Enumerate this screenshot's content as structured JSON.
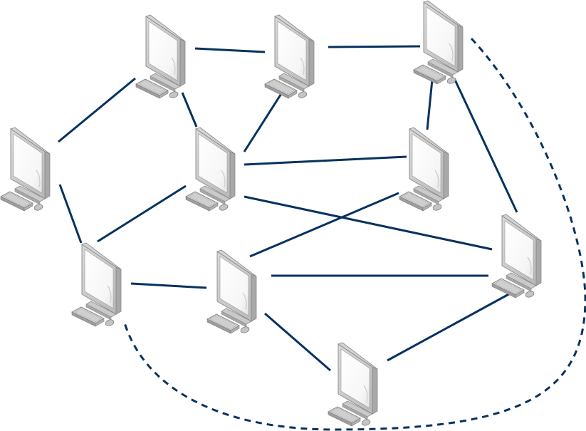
{
  "diagram": {
    "type": "network-topology",
    "title": "",
    "colors": {
      "link": "#06325f",
      "monitor_frame": "#c8c8c8",
      "monitor_side": "#a9a9a9",
      "screen": "#fafafa",
      "background": "#ffffff"
    },
    "nodes": [
      {
        "id": "pc1",
        "icon": "desktop-computer-icon",
        "label": ""
      },
      {
        "id": "pc2",
        "icon": "desktop-computer-icon",
        "label": ""
      },
      {
        "id": "pc3",
        "icon": "desktop-computer-icon",
        "label": ""
      },
      {
        "id": "pc4",
        "icon": "desktop-computer-icon",
        "label": ""
      },
      {
        "id": "pc5",
        "icon": "desktop-computer-icon",
        "label": ""
      },
      {
        "id": "pc6",
        "icon": "desktop-computer-icon",
        "label": ""
      },
      {
        "id": "pc7",
        "icon": "desktop-computer-icon",
        "label": ""
      },
      {
        "id": "pc8",
        "icon": "desktop-computer-icon",
        "label": ""
      },
      {
        "id": "pc9",
        "icon": "desktop-computer-icon",
        "label": ""
      },
      {
        "id": "pc10",
        "icon": "desktop-computer-icon",
        "label": ""
      }
    ],
    "links": [
      {
        "from": "pc1",
        "to": "pc2",
        "style": "solid"
      },
      {
        "from": "pc2",
        "to": "pc3",
        "style": "solid"
      },
      {
        "from": "pc1",
        "to": "pc4",
        "style": "solid"
      },
      {
        "from": "pc1",
        "to": "pc5",
        "style": "solid"
      },
      {
        "from": "pc2",
        "to": "pc5",
        "style": "solid"
      },
      {
        "from": "pc3",
        "to": "pc6",
        "style": "solid"
      },
      {
        "from": "pc3",
        "to": "pc9",
        "style": "solid"
      },
      {
        "from": "pc5",
        "to": "pc6",
        "style": "solid"
      },
      {
        "from": "pc5",
        "to": "pc9",
        "style": "solid"
      },
      {
        "from": "pc4",
        "to": "pc7",
        "style": "solid"
      },
      {
        "from": "pc5",
        "to": "pc7",
        "style": "solid"
      },
      {
        "from": "pc6",
        "to": "pc8",
        "style": "solid"
      },
      {
        "from": "pc7",
        "to": "pc8",
        "style": "solid"
      },
      {
        "from": "pc8",
        "to": "pc9",
        "style": "solid"
      },
      {
        "from": "pc8",
        "to": "pc10",
        "style": "solid"
      },
      {
        "from": "pc9",
        "to": "pc10",
        "style": "solid"
      },
      {
        "from": "pc3",
        "to": "pc7",
        "style": "dashed"
      }
    ]
  }
}
